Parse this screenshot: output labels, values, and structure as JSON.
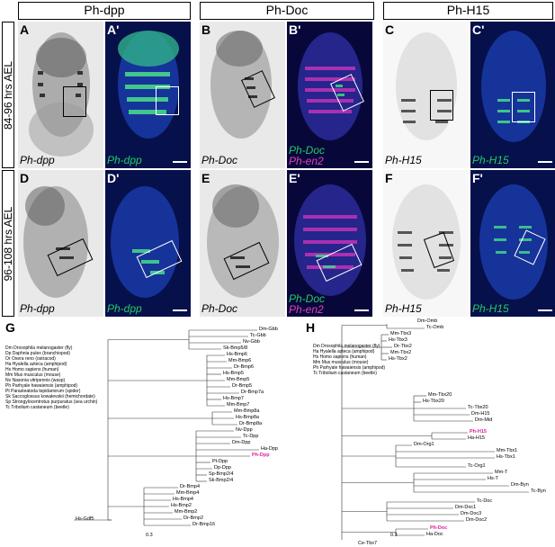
{
  "columns": [
    {
      "title": "Ph-dpp"
    },
    {
      "title": "Ph-Doc"
    },
    {
      "title": "Ph-H15"
    }
  ],
  "rows": [
    {
      "title": "84-96 hrs AEL"
    },
    {
      "title": "96-108 hrs AEL"
    }
  ],
  "panels_top": [
    {
      "label": "A",
      "gene": "Ph-dpp",
      "style": "gray"
    },
    {
      "label": "A'",
      "gene": "Ph-dpp",
      "style": "blue"
    },
    {
      "label": "B",
      "gene": "Ph-Doc",
      "style": "gray"
    },
    {
      "label": "B'",
      "gene1": "Ph-Doc",
      "gene2": "Ph-en2",
      "style": "pur"
    },
    {
      "label": "C",
      "gene": "Ph-H15",
      "style": "white"
    },
    {
      "label": "C'",
      "gene": "Ph-H15",
      "style": "blue"
    }
  ],
  "panels_bottom": [
    {
      "label": "D",
      "gene": "Ph-dpp",
      "style": "gray"
    },
    {
      "label": "D'",
      "gene": "Ph-dpp",
      "style": "blue"
    },
    {
      "label": "E",
      "gene": "Ph-Doc",
      "style": "gray"
    },
    {
      "label": "E'",
      "gene1": "Ph-Doc",
      "gene2": "Ph-en2",
      "style": "pur"
    },
    {
      "label": "F",
      "gene": "Ph-H15",
      "style": "white"
    },
    {
      "label": "F'",
      "gene": "Ph-H15",
      "style": "blue"
    }
  ],
  "tree_g": {
    "label": "G",
    "legend": [
      "Dm Drosophila melanogaster (fly)",
      "Dp Daphnia pulex (branchiopod)",
      "Or Oxera reno (ostracod)",
      "Ha Hyalella azteca (amphipod)",
      "Hs Homo sapiens (human)",
      "Mm Mus musculus (mouse)",
      "Nv Nasonia vitripennis (wasp)",
      "Ph Parhyale hawaiensis (amphipod)",
      "Pt Parasteatoda tepidariorum (spider)",
      "Sk Saccoglossus kowalevskii (hemichordate)",
      "Sp Strongylocentrotus purpuratus (sea urchin)",
      "Tc Tribolium castaneum (beetle)"
    ],
    "leaves": [
      "Dm-Gbb",
      "Tc-Gbb",
      "Nv-Gbb",
      "Sk-Bmp5/8",
      "Hs-Bmp6",
      "Mm-Bmp6",
      "Dr-Bmp6",
      "Hs-Bmp5",
      "Mm-Bmp5",
      "Dr-Bmp5",
      "Dr-Bmp7a",
      "Hs-Bmp7",
      "Mm-Bmp7",
      "Mm-Bmp8a",
      "Hs-Bmp8a",
      "Dr-Bmp8a",
      "Nv-Dpp",
      "Tc-Dpp",
      "Dm-Dpp",
      "Ha-Dpp",
      "Ph-Dpp",
      "Pt-Dpp",
      "Dp-Dpp",
      "Sp-Bmp2/4",
      "Sk-Bmp2/4",
      "Dr-Bmp4",
      "Mm-Bmp4",
      "Hs-Bmp4",
      "Hs-Bmp2",
      "Mm-Bmp2",
      "Dr-Bmp2",
      "Dr-Bmp16",
      "Hs-Gdf5"
    ],
    "highlight": "Ph-Dpp",
    "scale": "0.3"
  },
  "tree_h": {
    "label": "H",
    "legend": [
      "Dm Drosophila melanogaster (fly)",
      "Ha Hyalella azteca (amphipod)",
      "Hs Homo sapiens (human)",
      "Mm Mus musculus (mouse)",
      "Ph Parhyale hawaiensis (amphipod)",
      "Tc Tribolium castaneum (beetle)"
    ],
    "leaves": [
      "Dm-Omb",
      "Tc-Omb",
      "Mm-Tbx3",
      "Hs-Tbx3",
      "Dr-Tbx2",
      "Mm-Tbx2",
      "Hs-Tbx2",
      "Mm-Tbx20",
      "Hs-Tbx20",
      "Tc-Tbx20",
      "Dm-H15",
      "Dm-Mid",
      "Ph-H15",
      "Ha-H15",
      "Dm-Org1",
      "Mm-Tbx1",
      "Hs-Tbx1",
      "Tc-Org1",
      "Mm-T",
      "Hs-T",
      "Dm-Byn",
      "Tc-Byn",
      "Tc-Doc",
      "Dm-Doc1",
      "Dm-Doc3",
      "Dm-Doc2",
      "Ph-Doc",
      "Ha-Doc",
      "Ce-Tbx7"
    ],
    "highlight": [
      "Ph-H15",
      "Ph-Doc"
    ],
    "scale": "0.3"
  }
}
